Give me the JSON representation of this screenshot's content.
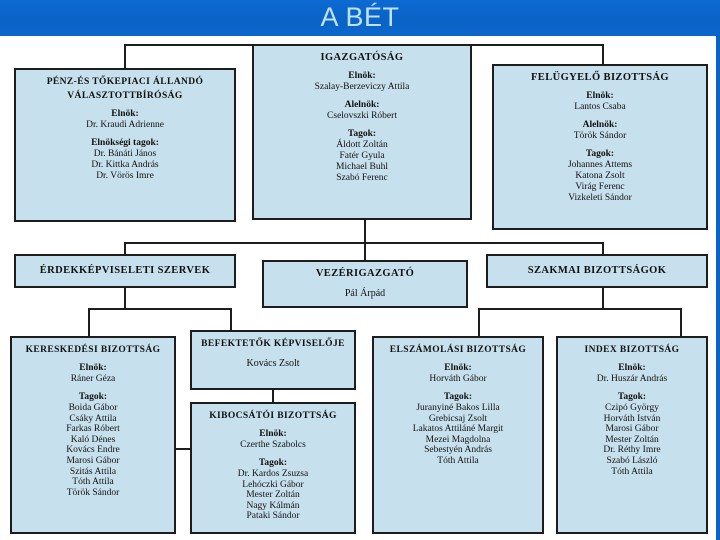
{
  "banner": {
    "title": "A BÉT",
    "bg_color": "#0a63c6",
    "text_color": "#bfe2f7"
  },
  "theme": {
    "node_fill": "#c7e0ed",
    "node_border": "#1d1d1d",
    "page_bg": "#ffffff"
  },
  "labels": {
    "elnok": "Elnök:",
    "alelnok": "Alelnök:",
    "tagok": "Tagok:",
    "elnoksegi_tagok": "Elnökségi tagok:"
  },
  "nodes": {
    "igazgatosag": {
      "title": "IGAZGATÓSÁG",
      "elnok_label": "Elnök:",
      "elnok": "Szalay-Berzeviczy Attila",
      "alelnok_label": "Alelnök:",
      "alelnok": "Cselovszki Róbert",
      "tagok_label": "Tagok:",
      "tagok": [
        "Áldott Zoltán",
        "Fatér Gyula",
        "Michael Buhl",
        "Szabó Ferenc"
      ]
    },
    "valasztottbirosag": {
      "title_line1": "PÉNZ-ÉS TŐKEPIACI ÁLLANDÓ",
      "title_line2": "VÁLASZTOTTBÍRÓSÁG",
      "elnok_label": "Elnök:",
      "elnok": "Dr. Kraudi Adrienne",
      "tagok_label": "Elnökségi tagok:",
      "tagok": [
        "Dr. Bánáti János",
        "Dr. Kittka András",
        "Dr. Vörös Imre"
      ]
    },
    "felugyelo_bizottsag": {
      "title": "FELÜGYELŐ BIZOTTSÁG",
      "elnok_label": "Elnök:",
      "elnok": "Lantos Csaba",
      "alelnok_label": "Alelnök:",
      "alelnok": "Török Sándor",
      "tagok_label": "Tagok:",
      "tagok": [
        "Johannes Attems",
        "Katona Zsolt",
        "Virág Ferenc",
        "Vizkeleti Sándor"
      ]
    },
    "erdekkepviseleti_szervek": {
      "title": "ÉRDEKKÉPVISELETI SZERVEK"
    },
    "vezerigazgato": {
      "title": "VEZÉRIGAZGATÓ",
      "name": "Pál Árpád"
    },
    "szakmai_bizottsagok": {
      "title": "SZAKMAI BIZOTTSÁGOK"
    },
    "kereskedesi_bizottsag": {
      "title": "KERESKEDÉSI BIZOTTSÁG",
      "elnok_label": "Elnök:",
      "elnok": "Ráner Géza",
      "tagok_label": "Tagok:",
      "tagok": [
        "Boida Gábor",
        "Csáky Attila",
        "Farkas Róbert",
        "Kaló Dénes",
        "Kovács Endre",
        "Marosi Gábor",
        "Szitás Attila",
        "Tóth Attila",
        "Török Sándor"
      ]
    },
    "befektetok_kepviseloje": {
      "title": "BEFEKTETŐK KÉPVISELŐJE",
      "name": "Kovács Zsolt"
    },
    "kibocsatoi_bizottsag": {
      "title": "KIBOCSÁTÓI BIZOTTSÁG",
      "elnok_label": "Elnök:",
      "elnok": "Czerthe Szabolcs",
      "tagok_label": "Tagok:",
      "tagok": [
        "Dr. Kardos Zsuzsa",
        "Lehóczki Gábor",
        "Mester Zoltán",
        "Nagy Kálmán",
        "Pataki Sándor"
      ]
    },
    "elszamolasi_bizottsag": {
      "title": "ELSZÁMOLÁSI BIZOTTSÁG",
      "elnok_label": "Elnök:",
      "elnok": "Horváth Gábor",
      "tagok_label": "Tagok:",
      "tagok": [
        "Juranyiné Bakos Lilla",
        "Grebicsaj Zsolt",
        "Lakatos Attiláné Margit",
        "Mezei Magdolna",
        "Sebestyén András",
        "Tóth Attila"
      ]
    },
    "index_bizottsag": {
      "title": "INDEX BIZOTTSÁG",
      "elnok_label": "Elnök:",
      "elnok": "Dr. Huszár András",
      "tagok_label": "Tagok:",
      "tagok": [
        "Czipó György",
        "Horváth István",
        "Marosi Gábor",
        "Mester Zoltán",
        "Dr. Réthy Imre",
        "Szabó László",
        "Tóth Attila"
      ]
    }
  }
}
